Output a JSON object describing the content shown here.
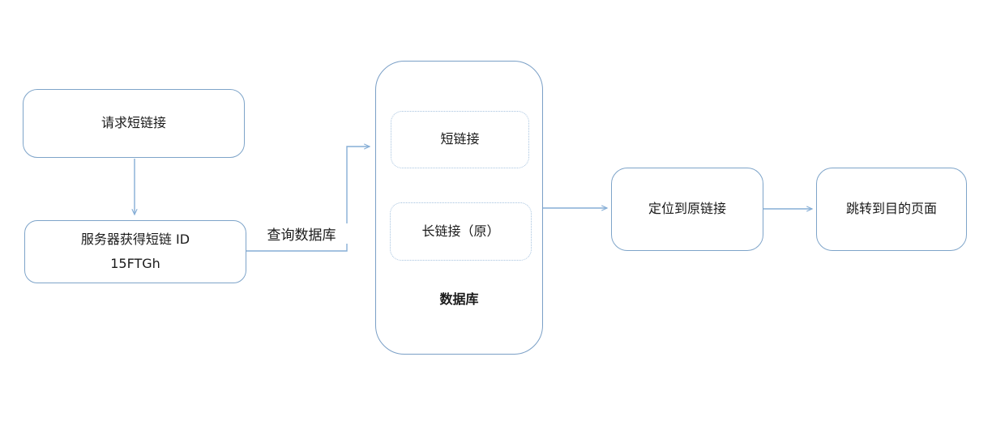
{
  "colors": {
    "background": "#ffffff",
    "box_border": "#7ea4c9",
    "container_border": "#7a9fc6",
    "dotted_border": "#a6c3df",
    "connector": "#86aed6",
    "text": "#1a1a1a"
  },
  "nodes": {
    "request": {
      "label": "请求短链接"
    },
    "server": {
      "line1": "服务器获得短链 ID",
      "line2": "15FTGh"
    },
    "short_link": {
      "label": "短链接"
    },
    "long_link": {
      "label": "长链接（原）"
    },
    "database_caption": {
      "label": "数据库"
    },
    "locate": {
      "label": "定位到原链接"
    },
    "redirect": {
      "label": "跳转到目的页面"
    }
  },
  "edges": {
    "query_database_label": "查询数据库"
  }
}
